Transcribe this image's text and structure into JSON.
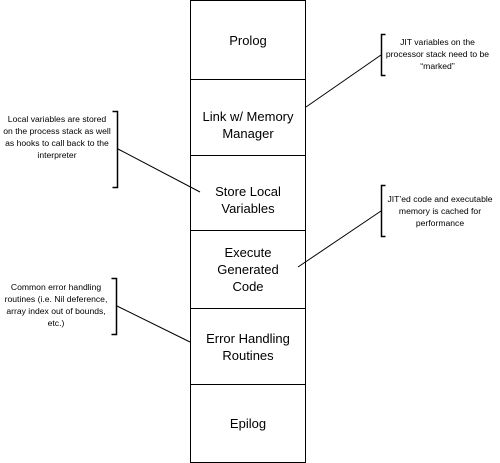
{
  "blocks": [
    {
      "label": "Prolog"
    },
    {
      "label": "Link w/ Memory Manager"
    },
    {
      "label": "Store Local Variables"
    },
    {
      "label": "Execute Generated Code"
    },
    {
      "label": "Error Handling Routines"
    },
    {
      "label": "Epilog"
    }
  ],
  "notes": [
    {
      "text": "JIT variables on the processor stack need to be “marked”"
    },
    {
      "text": "Local variables are stored on the process stack as well as hooks to call back to the interpreter"
    },
    {
      "text": "JIT’ed code and executable memory is cached for performance"
    },
    {
      "text": "Common error handling routines (i.e. Nil deference, array index out of bounds, etc.)"
    }
  ]
}
